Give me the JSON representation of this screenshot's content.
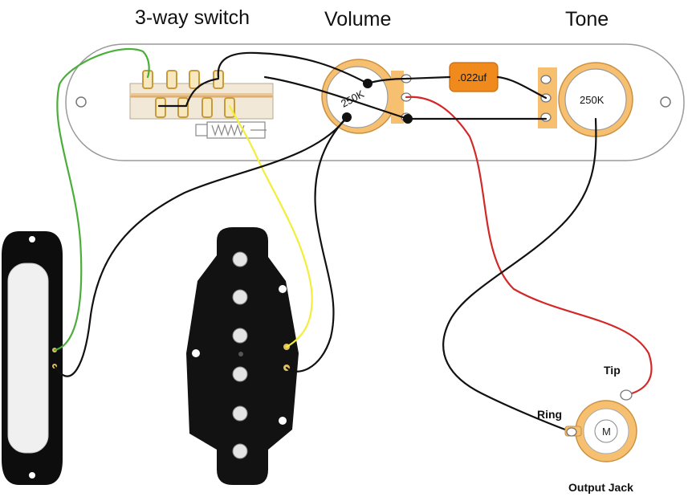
{
  "labels": {
    "switch": "3-way switch",
    "volume": "Volume",
    "tone": "Tone",
    "volume_pot": "250K",
    "tone_pot": "250K",
    "capacitor": ".022uf",
    "tip": "Tip",
    "ring": "Ring",
    "jack_center": "M",
    "output_jack": "Output Jack"
  },
  "colors": {
    "ground_wire": "#111111",
    "hot_wire": "#d42828",
    "neck_wire": "#f2ee3a",
    "bridge_wire": "#4cae3a",
    "capacitor": "#f08a1c",
    "pot_ring": "#f3b65e"
  }
}
